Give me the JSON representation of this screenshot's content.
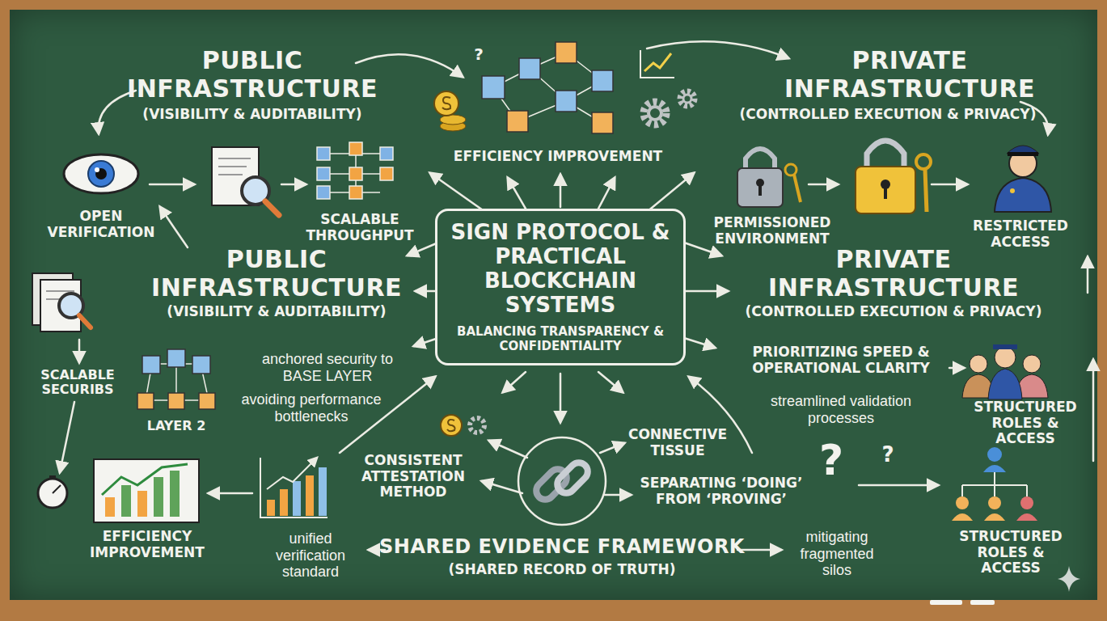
{
  "diagram": {
    "nodes": [
      {
        "text": [
          "SIGN PROTOCOL & PRACTICAL BLOCKCHAIN SYSTEMS",
          "BALANCING TRANSPARENCY & CONFIDENTIALITY"
        ]
      }
    ],
    "labels": [
      "PUBLIC INFRASTRUCTURE",
      "(VISIBILITY & AUDITABILITY)",
      "?",
      "EFFICIENCY IMPROVEMENT",
      "PRIVATE INFRASTRUCTURE",
      "(CONTROLLED EXECUTION & PRIVACY)",
      "OPEN VERIFICATION",
      "SCALABLE THROUGHPUT",
      "PERMISSIONED ENVIRONMENT",
      "RESTRICTED ACCESS",
      "PUBLIC INFRASTRUCTURE",
      "(VISIBILITY & AUDITABILITY)",
      "PRIVATE INFRASTRUCTURE",
      "(CONTROLLED EXECUTION & PRIVACY)",
      "SCALABLE SECURIBS",
      "anchored security to BASE LAYER",
      "PRIORITIZING SPEED & OPERATIONAL CLARITY",
      "LAYER 2",
      "avoiding performance bottlenecks",
      "streamlined validation processes",
      "STRUCTURED ROLES & ACCESS",
      "CONSISTENT ATTESTATION METHOD",
      "CONNECTIVE TISSUE",
      "SEPARATING ‘DOING’ FROM ‘PROVING’",
      "?",
      "?",
      "EFFICIENCY IMPROVEMENT",
      "unified verification standard",
      "SHARED EVIDENCE FRAMEWORK",
      "(SHARED RECORD OF TRUTH)",
      "mitigating fragmented silos",
      "STRUCTURED ROLES & ACCESS"
    ]
  }
}
